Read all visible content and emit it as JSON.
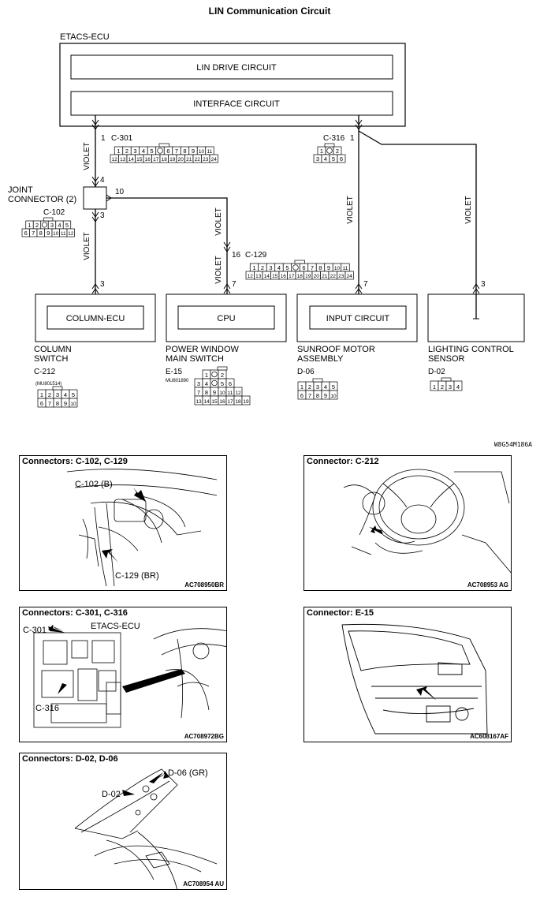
{
  "title": "LIN Communication Circuit",
  "ecu": {
    "name": "ETACS-ECU",
    "lin_drive": "LIN DRIVE CIRCUIT",
    "interface": "INTERFACE CIRCUIT"
  },
  "wire_color": "VIOLET",
  "connectors": {
    "c301": {
      "id": "C-301",
      "pin": "1",
      "row1": [
        "1",
        "2",
        "3",
        "4",
        "5",
        "",
        "6",
        "7",
        "8",
        "9",
        "10",
        "11"
      ],
      "row2": [
        "12",
        "13",
        "14",
        "15",
        "16",
        "17",
        "18",
        "19",
        "20",
        "21",
        "22",
        "23",
        "24"
      ]
    },
    "c316": {
      "id": "C-316",
      "pin": "1",
      "row1": [
        "1",
        "",
        "2"
      ],
      "row2": [
        "3",
        "4",
        "5",
        "6"
      ]
    },
    "joint": {
      "label_line1": "JOINT",
      "label_line2": "CONNECTOR (2)",
      "id": "C-102",
      "pin_top": "4",
      "pin_bottom": "3",
      "pin_right": "10",
      "row1": [
        "1",
        "2",
        "",
        "3",
        "4",
        "5"
      ],
      "row2": [
        "6",
        "7",
        "8",
        "9",
        "10",
        "11",
        "12"
      ]
    },
    "c129": {
      "id": "C-129",
      "pin": "16",
      "row1": [
        "1",
        "2",
        "3",
        "4",
        "5",
        "",
        "6",
        "7",
        "8",
        "9",
        "10",
        "11"
      ],
      "row2": [
        "12",
        "13",
        "14",
        "15",
        "16",
        "17",
        "18",
        "19",
        "20",
        "21",
        "22",
        "23",
        "24"
      ]
    }
  },
  "components": {
    "column": {
      "box": "COLUMN-ECU",
      "label_line1": "COLUMN",
      "label_line2": "SWITCH",
      "pin": "3",
      "conn_id": "C-212",
      "part_no": "(MU801514)",
      "row1": [
        "1",
        "2",
        "3",
        "4",
        "5"
      ],
      "row2": [
        "6",
        "7",
        "8",
        "9",
        "10"
      ]
    },
    "power_window": {
      "box": "CPU",
      "label_line1": "POWER WINDOW",
      "label_line2": "MAIN SWITCH",
      "pin": "7",
      "conn_id": "E-15",
      "part_no": "MU801890",
      "row1": [
        "1",
        "",
        "2"
      ],
      "row2": [
        "3",
        "4",
        "",
        "5",
        "6"
      ],
      "row3": [
        "7",
        "8",
        "9",
        "10",
        "11",
        "12"
      ],
      "row4": [
        "13",
        "14",
        "15",
        "16",
        "17",
        "18",
        "19"
      ]
    },
    "sunroof": {
      "box": "INPUT CIRCUIT",
      "label_line1": "SUNROOF MOTOR",
      "label_line2": "ASSEMBLY",
      "pin": "7",
      "conn_id": "D-06",
      "row1": [
        "1",
        "2",
        "3",
        "4",
        "5"
      ],
      "row2": [
        "6",
        "7",
        "8",
        "9",
        "10"
      ]
    },
    "lighting": {
      "label_line1": "LIGHTING CONTROL",
      "label_line2": "SENSOR",
      "pin": "3",
      "conn_id": "D-02",
      "row1": [
        "1",
        "2",
        "3",
        "4"
      ]
    }
  },
  "diagram_code": "W8G54M186A",
  "panels": {
    "p1": {
      "title": "Connectors: C-102, C-129",
      "callout_a": "C-102 (B)",
      "callout_b": "C-129 (BR)",
      "code": "AC708950BR"
    },
    "p2": {
      "title": "Connector: C-212",
      "code": "AC708953 AG"
    },
    "p3": {
      "title": "Connectors: C-301, C-316",
      "callout_a": "C-301",
      "callout_b": "ETACS-ECU",
      "callout_c": "C-316",
      "code": "AC708972BG"
    },
    "p4": {
      "title": "Connector: E-15",
      "code": "AC608167AF"
    },
    "p5": {
      "title": "Connectors: D-02, D-06",
      "callout_a": "D-06 (GR)",
      "callout_b": "D-02",
      "code": "AC708954 AU"
    }
  }
}
